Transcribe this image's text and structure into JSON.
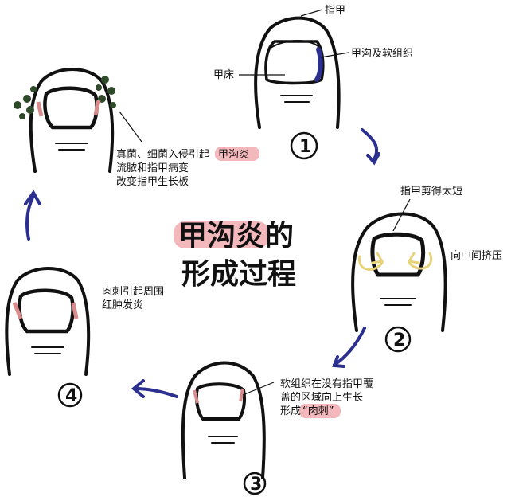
{
  "title": {
    "line1_hl": "甲沟炎",
    "line1_rest": "的",
    "line2": "形成过程"
  },
  "step1": {
    "number": "1",
    "labels": {
      "nail": "指甲",
      "fold": "甲沟及软组织",
      "bed": "甲床"
    }
  },
  "step2": {
    "number": "2",
    "labels": {
      "short": "指甲剪得太短",
      "squeeze": "向中间挤压"
    }
  },
  "step3": {
    "number": "3",
    "text": {
      "l1": "软组织在没有指甲覆",
      "l2": "盖的区域向上生长",
      "l3_pre": "形成",
      "l3_hl": "“肉刺”"
    }
  },
  "step4": {
    "number": "4",
    "text": {
      "l1": "肉刺引起周围",
      "l2": "红肿发炎"
    }
  },
  "step5": {
    "text": {
      "l1_pre": "真菌、细菌入侵引起",
      "l1_hl": "甲沟炎",
      "l2": "流脓和指甲病变",
      "l3": "改变指甲生长板"
    }
  },
  "colors": {
    "highlight": "#f3b8bc",
    "arrow": "#2b2f8f",
    "ink": "#111111",
    "yellow": "#e8d27a",
    "red": "#d98a8a"
  }
}
